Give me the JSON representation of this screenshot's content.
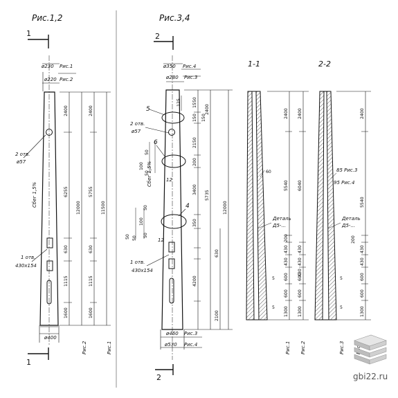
{
  "figures": {
    "fig12_title": "Рис.1,2",
    "fig34_title": "Рис.3,4",
    "section11": "1-1",
    "section22": "2-2"
  },
  "cuts": {
    "c1": "1",
    "c2": "2"
  },
  "fig12": {
    "d_top1": "ø230",
    "ref_top1": "Рис.1",
    "d_top2": "ø220",
    "ref_top2": "Рис.2",
    "holes": "2 отв.",
    "holes_d": "ø57",
    "taper": "Сбег 1,5%",
    "win": "1 отв.",
    "win_size": "430x154",
    "d_bot": "ø400",
    "ref_bot1": "Рис.2",
    "ref_bot2": "Рис.1",
    "c1": [
      "2400",
      "6255",
      "630",
      "1115",
      "1600"
    ],
    "c2": [
      "12000"
    ],
    "c3": [
      "2400",
      "5755",
      "630",
      "1115",
      "1600"
    ],
    "c4": [
      "11500"
    ]
  },
  "fig34": {
    "d_top1": "ø350",
    "ref_top1": "Рис.4",
    "d_top2": "ø280",
    "ref_top2": "Рис.3",
    "holes": "2 отв.",
    "holes_d": "ø57",
    "taper": "Сбег 1,5%",
    "win": "1 отв.",
    "win_size": "430x154",
    "d_bot1": "ø460",
    "ref_bot1": "Рис.3",
    "d_bot2": "ø530",
    "ref_bot2": "Рис.4",
    "m5": "5",
    "m6": "6",
    "m4": "4",
    "m12a": "12",
    "m12b": "12",
    "small": [
      "50",
      "100",
      "50",
      "50",
      "100",
      "50",
      "50",
      "50"
    ],
    "c0": [
      "125",
      "150"
    ],
    "c1": [
      "1550",
      "150",
      "2150",
      "200",
      "3400",
      "350",
      "630",
      "4200",
      "2100"
    ],
    "c2": [
      "2400",
      "5735"
    ],
    "c3": [
      "12000"
    ]
  },
  "s11": {
    "d60": "60",
    "detail": "Деталь",
    "detail2": "Д5-...",
    "c1": [
      "2400",
      "5540",
      "200",
      "430",
      "430",
      "600",
      "600",
      "1300"
    ],
    "c2": [
      "2400",
      "6040",
      "430",
      "430",
      "430",
      "600",
      "600",
      "1300"
    ],
    "m5a": "5",
    "m5b": "5",
    "ref1": "Рис.1",
    "ref2": "Рис.2"
  },
  "s22": {
    "r85": "85 Рис.3",
    "r95": "95 Рис.4",
    "detail": "Деталь",
    "detail2": "Д5-...",
    "c1": [
      "2400",
      "5540",
      "200",
      "430",
      "430",
      "600",
      "600",
      "1300"
    ],
    "m5a": "5",
    "m5b": "5",
    "ref1": "Рис.3",
    "ref2": "Рис.4"
  },
  "watermark": "gbi22.ru"
}
